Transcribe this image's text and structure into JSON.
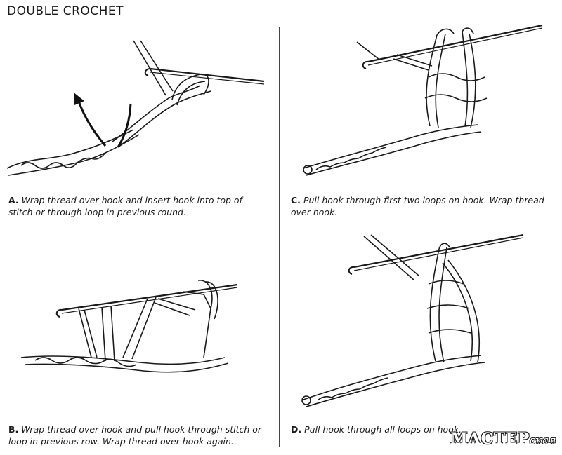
{
  "title": "DOUBLE CROCHET",
  "steps": [
    {
      "label": "A.",
      "text": "Wrap thread over hook and insert hook into top of stitch or through loop in previous round."
    },
    {
      "label": "B.",
      "text": "Wrap thread over hook and pull hook through stitch or loop in previous row. Wrap thread over hook again."
    },
    {
      "label": "C.",
      "text": "Pull hook through first two loops on hook. Wrap thread over hook."
    },
    {
      "label": "D.",
      "text": "Pull hook through all loops on hook."
    }
  ],
  "watermark": {
    "main": "МАСТЕР",
    "small": "ская"
  },
  "icons": {
    "arrow": "direction-arrow-icon"
  }
}
